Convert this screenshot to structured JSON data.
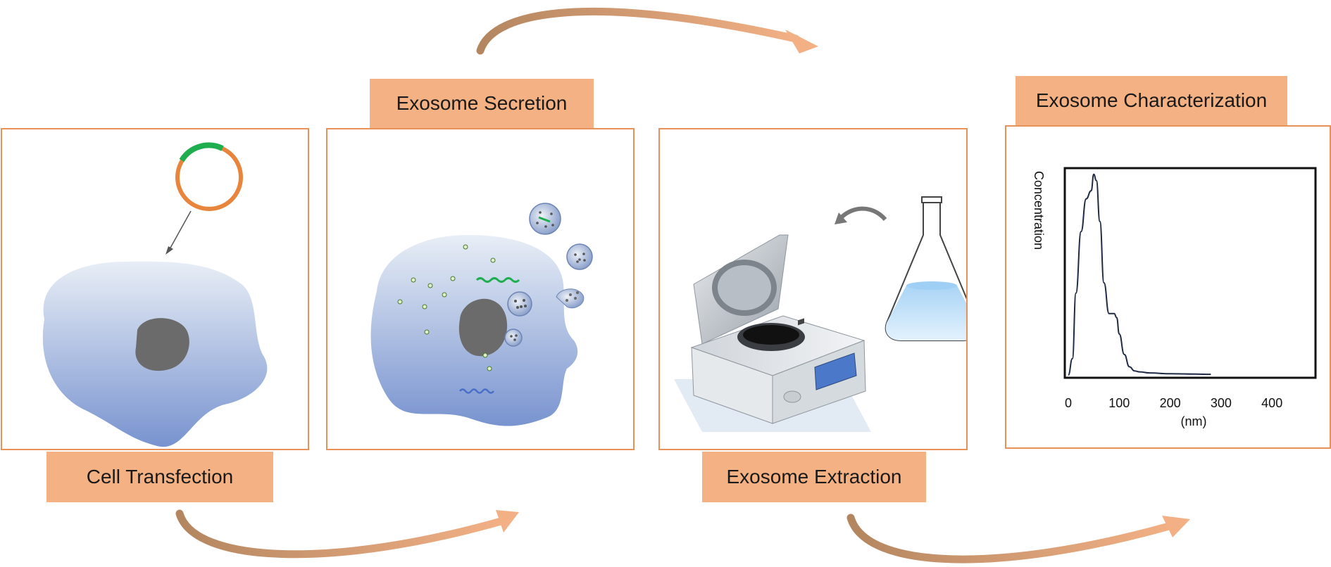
{
  "steps": [
    {
      "label": "Cell Transfection"
    },
    {
      "label": "Exosome Secretion"
    },
    {
      "label": "Exosome Extraction"
    },
    {
      "label": "Exosome Characterization"
    }
  ],
  "colors": {
    "border": "#e8925a",
    "label_fill": "#f4b183",
    "arrow": "#d9966b",
    "cell_top": "#e6ecf5",
    "cell_bottom": "#7893cf",
    "nucleus": "#6b6b6b",
    "plasmid_ring": "#e8843c",
    "plasmid_insert": "#1fae4f",
    "curve": "#1f2a44"
  },
  "icons": [
    "plasmid-icon",
    "cell-icon",
    "centrifuge-icon",
    "flask-icon",
    "rotate-arrow-icon",
    "exosome-icon"
  ],
  "chart_data": {
    "type": "line",
    "xlabel": "(nm)",
    "ylabel": "Concentration",
    "xlim": [
      0,
      480
    ],
    "x_ticks": [
      "0",
      "100",
      "200",
      "300",
      "400"
    ],
    "series": [
      {
        "x": [
          0,
          8,
          15,
          25,
          35,
          45,
          50,
          55,
          62,
          70,
          80,
          90,
          95,
          100,
          110,
          120,
          130,
          140,
          160,
          200,
          250,
          280
        ],
        "y": [
          0,
          8,
          40,
          70,
          86,
          90,
          98,
          95,
          75,
          45,
          30,
          30,
          28,
          20,
          10,
          4,
          2,
          1.5,
          1,
          0.6,
          0.4,
          0.3
        ]
      }
    ]
  }
}
